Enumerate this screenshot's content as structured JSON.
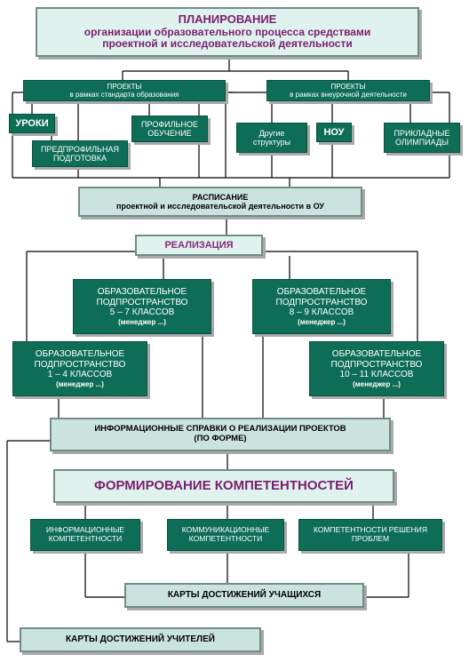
{
  "planning": {
    "title": "ПЛАНИРОВАНИЕ",
    "line1": "организации образовательного процесса средствами",
    "line2": "проектной и исследовательской деятельности"
  },
  "projects_standard": {
    "title": "ПРОЕКТЫ",
    "subtitle": "в рамках стандарта образования"
  },
  "projects_extra": {
    "title": "ПРОЕКТЫ",
    "subtitle": "в рамках внеурочной деятельности"
  },
  "lessons": "УРОКИ",
  "preprofile": {
    "line1": "ПРЕДПРОФИЛЬНАЯ",
    "line2": "ПОДГОТОВКА"
  },
  "profile": {
    "line1": "ПРОФИЛЬНОЕ",
    "line2": "ОБУЧЕНИЕ"
  },
  "other_structures": {
    "line1": "Другие",
    "line2": "структуры"
  },
  "nou": "НОУ",
  "olympiads": {
    "line1": "ПРИКЛАДНЫЕ",
    "line2": "ОЛИМПИАДЫ"
  },
  "schedule": {
    "line1": "РАСПИСАНИЕ",
    "line2": "проектной и исследовательской деятельности в ОУ"
  },
  "realization": "РЕАЛИЗАЦИЯ",
  "subspace_5_7": {
    "line1": "ОБРАЗОВАТЕЛЬНОЕ",
    "line2": "ПОДПРОСТРАНСТВО",
    "line3": "5 – 7 КЛАССОВ",
    "manager": "(менеджер ...)"
  },
  "subspace_8_9": {
    "line1": "ОБРАЗОВАТЕЛЬНОЕ",
    "line2": "ПОДПРОСТРАНСТВО",
    "line3": "8 – 9 КЛАССОВ",
    "manager": "(менеджер ...)"
  },
  "subspace_1_4": {
    "line1": "ОБРАЗОВАТЕЛЬНОЕ",
    "line2": "ПОДПРОСТРАНСТВО",
    "line3": "1 – 4 КЛАССОВ",
    "manager": "(менеджер ...)"
  },
  "subspace_10_11": {
    "line1": "ОБРАЗОВАТЕЛЬНОЕ",
    "line2": "ПОДПРОСТРАНСТВО",
    "line3": "10 – 11 КЛАССОВ",
    "manager": "(менеджер ...)"
  },
  "info_reports": {
    "line1": "ИНФОРМАЦИОННЫЕ СПРАВКИ О РЕАЛИЗАЦИИ ПРОЕКТОВ",
    "line2": "(ПО ФОРМЕ)"
  },
  "competences": "ФОРМИРОВАНИЕ КОМПЕТЕНТНОСТЕЙ",
  "info_comp": {
    "line1": "ИНФОРМАЦИОННЫЕ",
    "line2": "КОМПЕТЕНТНОСТИ"
  },
  "comm_comp": {
    "line1": "КОММУНИКАЦИОННЫЕ",
    "line2": "КОМПЕТЕНТНОСТИ"
  },
  "problem_comp": {
    "line1": "КОМПЕТЕНТНОСТИ РЕШЕНИЯ",
    "line2": "ПРОБЛЕМ"
  },
  "student_cards": "КАРТЫ ДОСТИЖЕНИЙ УЧАЩИХСЯ",
  "teacher_cards": "КАРТЫ ДОСТИЖЕНИЙ УЧИТЕЛЕЙ"
}
